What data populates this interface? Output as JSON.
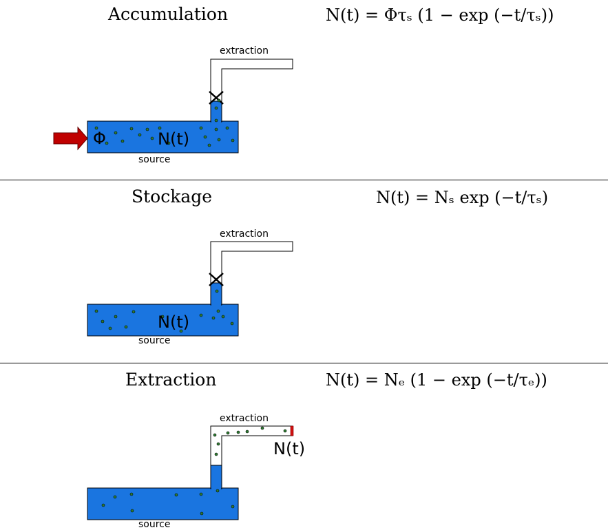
{
  "panels": [
    {
      "title": "Accumulation",
      "formula": "N(t) = Φτₛ (1 − exp (−t/τₛ))",
      "labels": {
        "extraction": "extraction",
        "source": "source",
        "phi": "Φ",
        "n": "N(t)"
      }
    },
    {
      "title": "Stockage",
      "formula": "N(t) = Nₛ exp (−t/τₛ)",
      "labels": {
        "extraction": "extraction",
        "source": "source",
        "n": "N(t)"
      }
    },
    {
      "title": "Extraction",
      "formula": "N(t) = Nₑ (1 − exp (−t/τₑ))",
      "labels": {
        "extraction": "extraction",
        "source": "source",
        "n": "N(t)"
      }
    }
  ],
  "colors": {
    "water": "#1a75e0",
    "arrow": "#c00000",
    "dot": "#2e7d32",
    "detector": "#d01010"
  }
}
